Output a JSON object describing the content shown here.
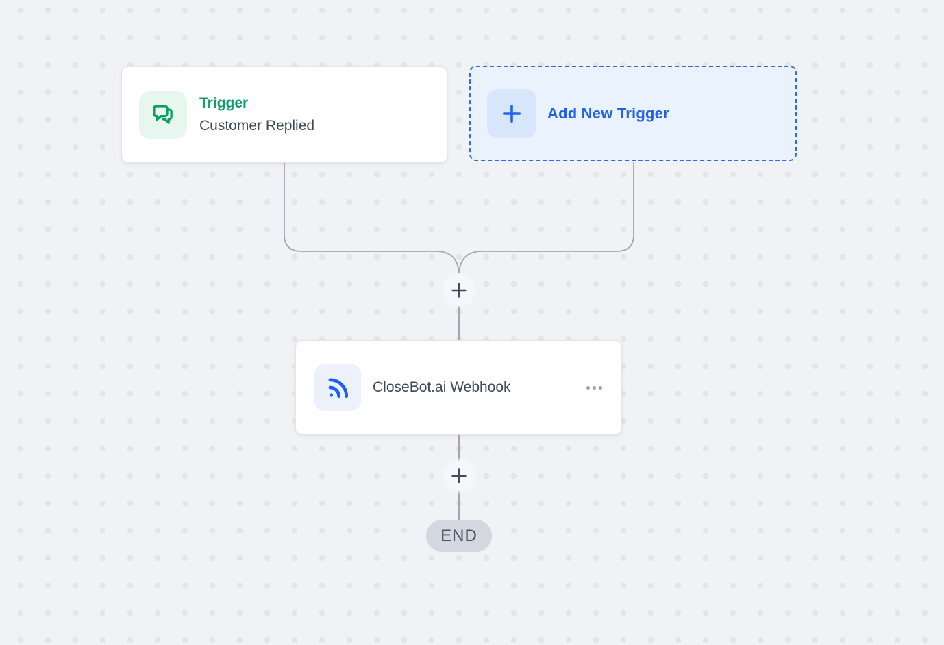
{
  "canvas": {
    "type": "workflow-builder",
    "background_color": "#f1f2f5",
    "dot_color": "#e5e5e8"
  },
  "colors": {
    "card_bg": "#ffffff",
    "card_border": "#e3e5e9",
    "trigger_green": "#0e9d68",
    "trigger_icon_bg": "#e7f7ef",
    "dark_text": "#3f4856",
    "add_trigger_blue": "#2160e8",
    "add_card_bg": "#eaf2fd",
    "add_card_border": "#2e6be5",
    "add_icon_bg": "#d8e6fb",
    "webhook_icon_bg": "#ecf1fc",
    "webhook_icon_blue": "#1d5ef5",
    "connector_line": "#a2a6ad",
    "plus_glyph": "#414b5b",
    "end_pill_bg": "#d3d7e0",
    "end_pill_text": "#4a5364"
  },
  "nodes": {
    "trigger": {
      "title": "Trigger",
      "subtitle": "Customer Replied",
      "icon": "chat-bubbles-icon"
    },
    "add_trigger": {
      "label": "Add New Trigger",
      "icon": "plus-icon"
    },
    "webhook": {
      "label": "CloseBot.ai Webhook",
      "icon": "rss-icon",
      "menu_icon": "ellipsis-icon"
    },
    "end": {
      "label": "END"
    }
  }
}
